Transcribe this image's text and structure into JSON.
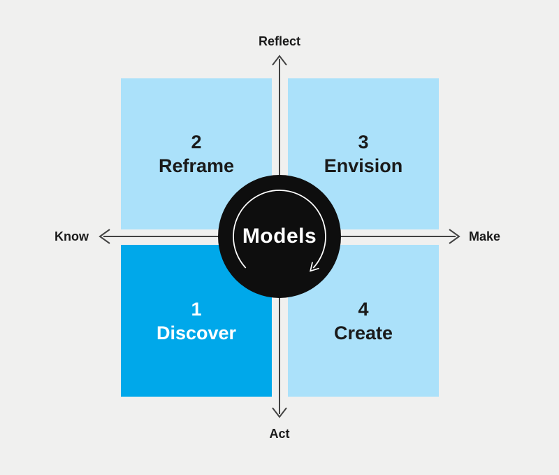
{
  "diagram": {
    "title": "design-process-quadrant-model",
    "axes": {
      "top": "Reflect",
      "bottom": "Act",
      "left": "Know",
      "right": "Make"
    },
    "quadrants": [
      {
        "position": "top-left",
        "number": "2",
        "label": "Reframe",
        "highlighted": false
      },
      {
        "position": "top-right",
        "number": "3",
        "label": "Envision",
        "highlighted": false
      },
      {
        "position": "bottom-left",
        "number": "1",
        "label": "Discover",
        "highlighted": true
      },
      {
        "position": "bottom-right",
        "number": "4",
        "label": "Create",
        "highlighted": false
      }
    ],
    "center": {
      "label": "Models"
    },
    "colors": {
      "background": "#f0f0ef",
      "quadrant_light": "#abe1fa",
      "quadrant_highlight": "#00a8ea",
      "circle": "#0e0e0e",
      "axis_line": "#424242",
      "text_dark": "#1a1a1a",
      "text_light": "#ffffff"
    }
  }
}
